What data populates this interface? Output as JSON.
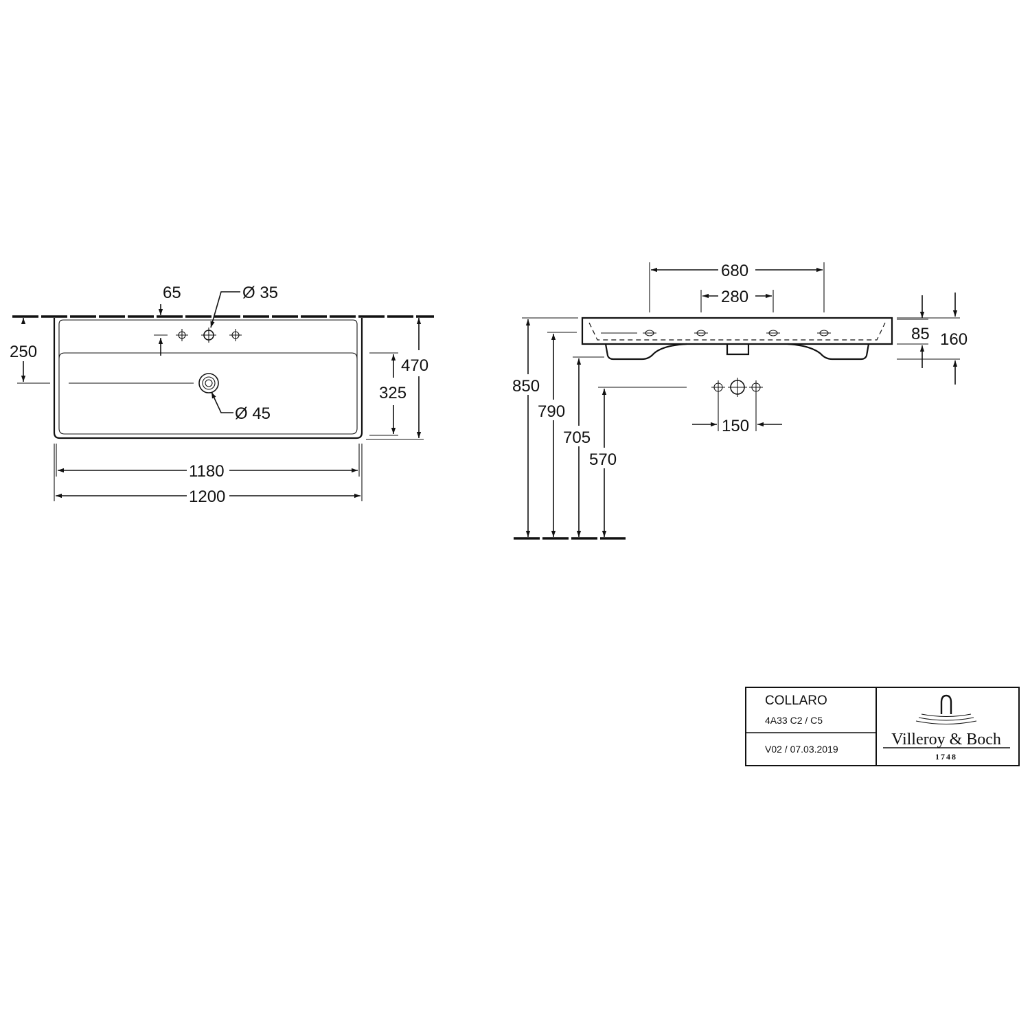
{
  "plan_view": {
    "dims": {
      "tap_offset": "65",
      "tap_hole": "Ø 35",
      "depth_to_tap": "250",
      "drain_hole": "Ø 45",
      "overall_depth": "470",
      "basin_depth": "325",
      "inner_width": "1180",
      "overall_width": "1200"
    }
  },
  "side_view": {
    "dims": {
      "bracket_spacing": "680",
      "hole_spacing": "280",
      "rim_height": "85",
      "total_height": "160",
      "height_850": "850",
      "height_790": "790",
      "height_705": "705",
      "height_570": "570",
      "valve_spacing": "150"
    }
  },
  "title_block": {
    "product": "COLLARO",
    "code": "4A33 C2 / C5",
    "version": "V02 / 07.03.2019",
    "brand": "Villeroy & Boch",
    "year": "1748"
  }
}
